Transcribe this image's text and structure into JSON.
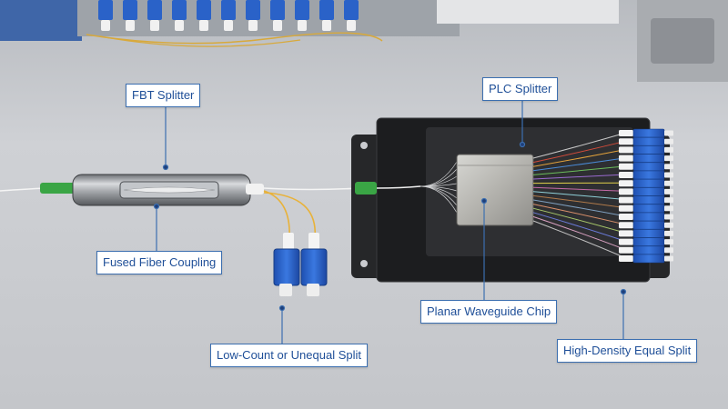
{
  "labels": {
    "fbt_splitter": "FBT Splitter",
    "fused_fiber_coupling": "Fused Fiber Coupling",
    "low_count_unequal_split": "Low-Count or Unequal Split",
    "plc_splitter": "PLC Splitter",
    "planar_waveguide_chip": "Planar Waveguide Chip",
    "high_density_equal_split": "High-Density Equal Split"
  },
  "colors": {
    "callout_border": "#3c6fb0",
    "callout_text": "#1f4f98",
    "connector_blue": "#2a62c8",
    "apc_green": "#3aa545",
    "fiber_yellow": "#e8b23a"
  }
}
